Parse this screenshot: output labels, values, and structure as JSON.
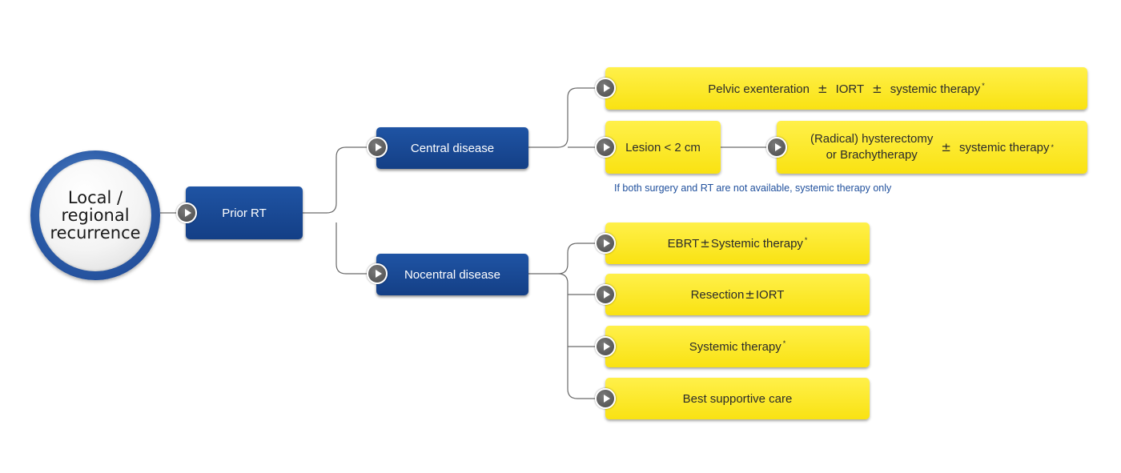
{
  "root": {
    "label": "Local /\nregional\nrecurrence"
  },
  "nodes": {
    "prior_rt": "Prior RT",
    "central": "Central disease",
    "noncentral": "Nocentral disease"
  },
  "central_options": {
    "pelvic": {
      "main": "Pelvic exenteration",
      "plus_minus": "±",
      "iort": "IORT",
      "systemic": "systemic therapy",
      "star": "*"
    },
    "lesion": "Lesion < 2 cm",
    "hysterectomy": {
      "line1": "(Radical) hysterectomy",
      "line2": "or Brachytherapy",
      "plus_minus": "±",
      "systemic": "systemic therapy",
      "star": "*"
    },
    "note": "If both surgery and RT are not available, systemic therapy only"
  },
  "noncentral_options": {
    "ebrt": {
      "a": "EBRT",
      "plus_minus": "±",
      "b": "Systemic therapy",
      "star": "*"
    },
    "resection": {
      "a": "Resection",
      "plus_minus": "±",
      "b": "IORT"
    },
    "systemic": {
      "a": "Systemic therapy",
      "star": "*"
    },
    "supportive": "Best supportive care"
  },
  "colors": {
    "blue_node": "#1a4a96",
    "yellow_node": "#fbe624",
    "connector": "#6b6b6b",
    "note_text": "#1f4f9c"
  },
  "icons": {
    "node_arrow": "play-arrow-icon"
  }
}
